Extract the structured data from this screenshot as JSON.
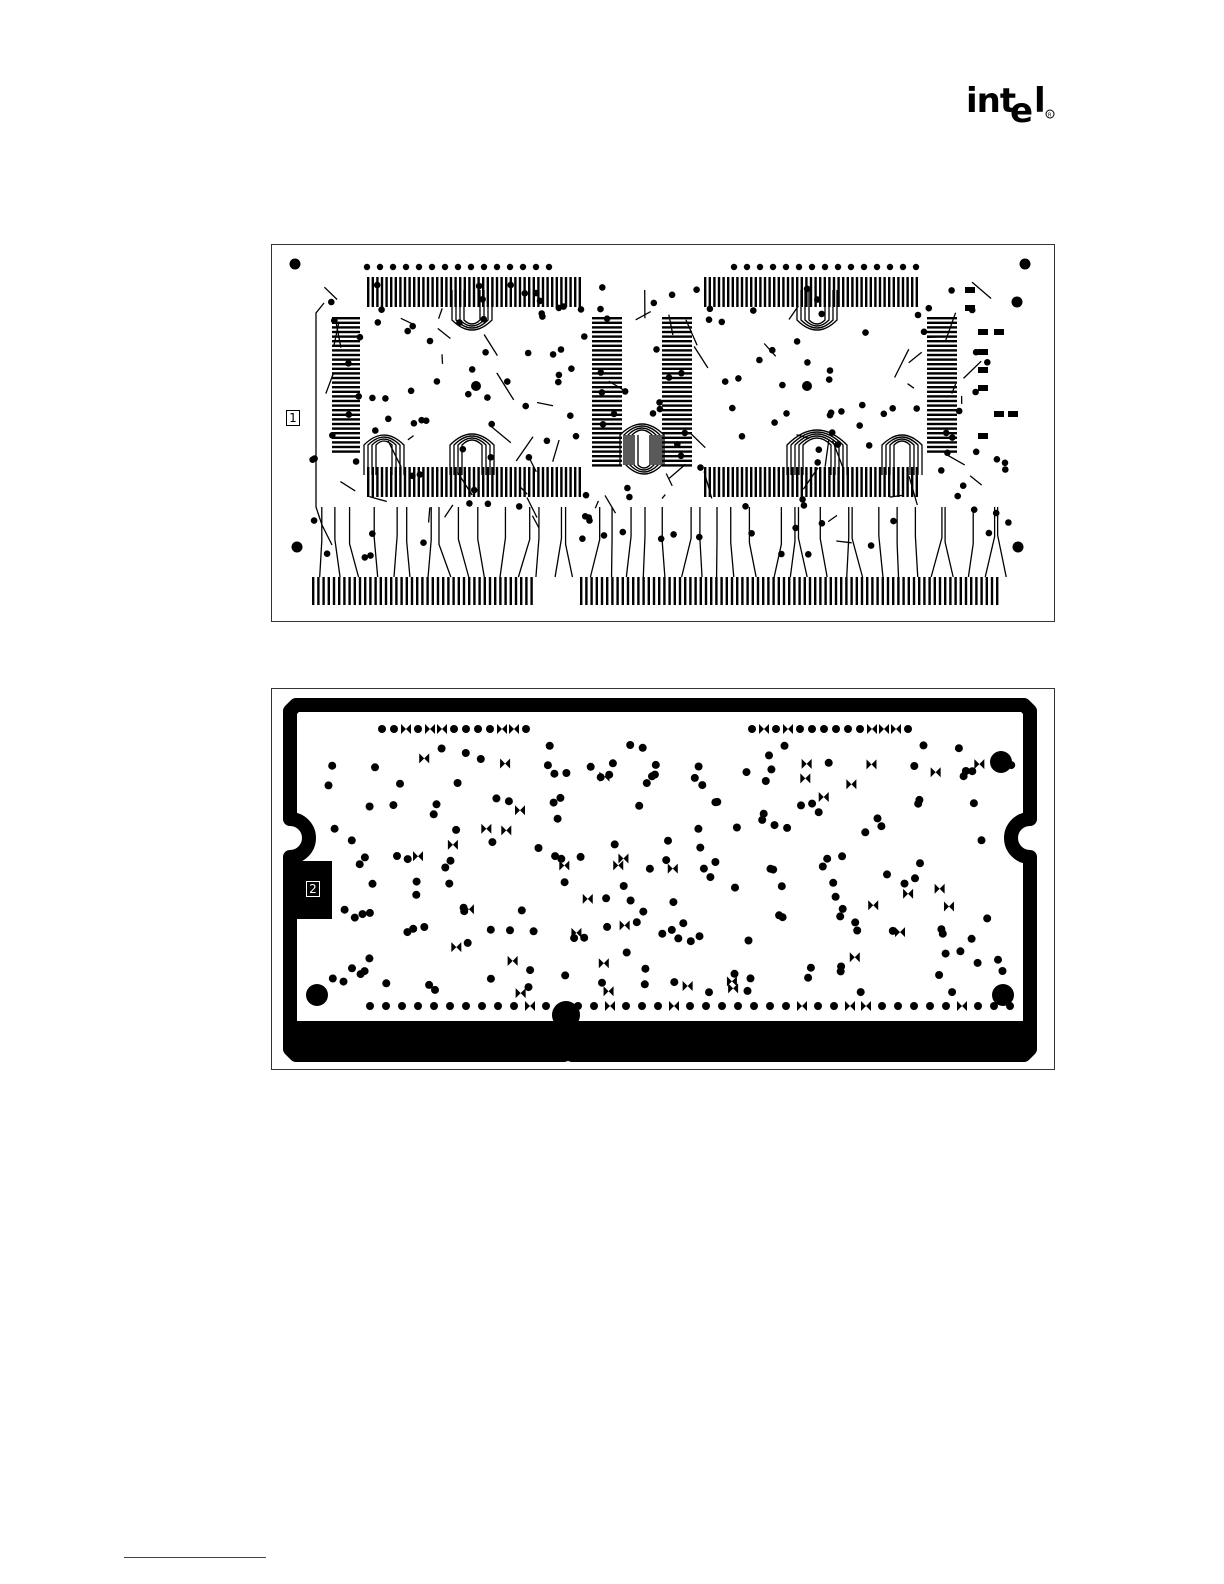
{
  "brand": {
    "logo_text": "intel"
  },
  "pcb_top": {
    "layer_label": "1"
  },
  "pcb_bottom": {
    "layer_label": "2"
  },
  "colors": {
    "ink": "#000000",
    "paper": "#ffffff",
    "border": "#333333",
    "footer_rule": "#1a3bd6"
  }
}
